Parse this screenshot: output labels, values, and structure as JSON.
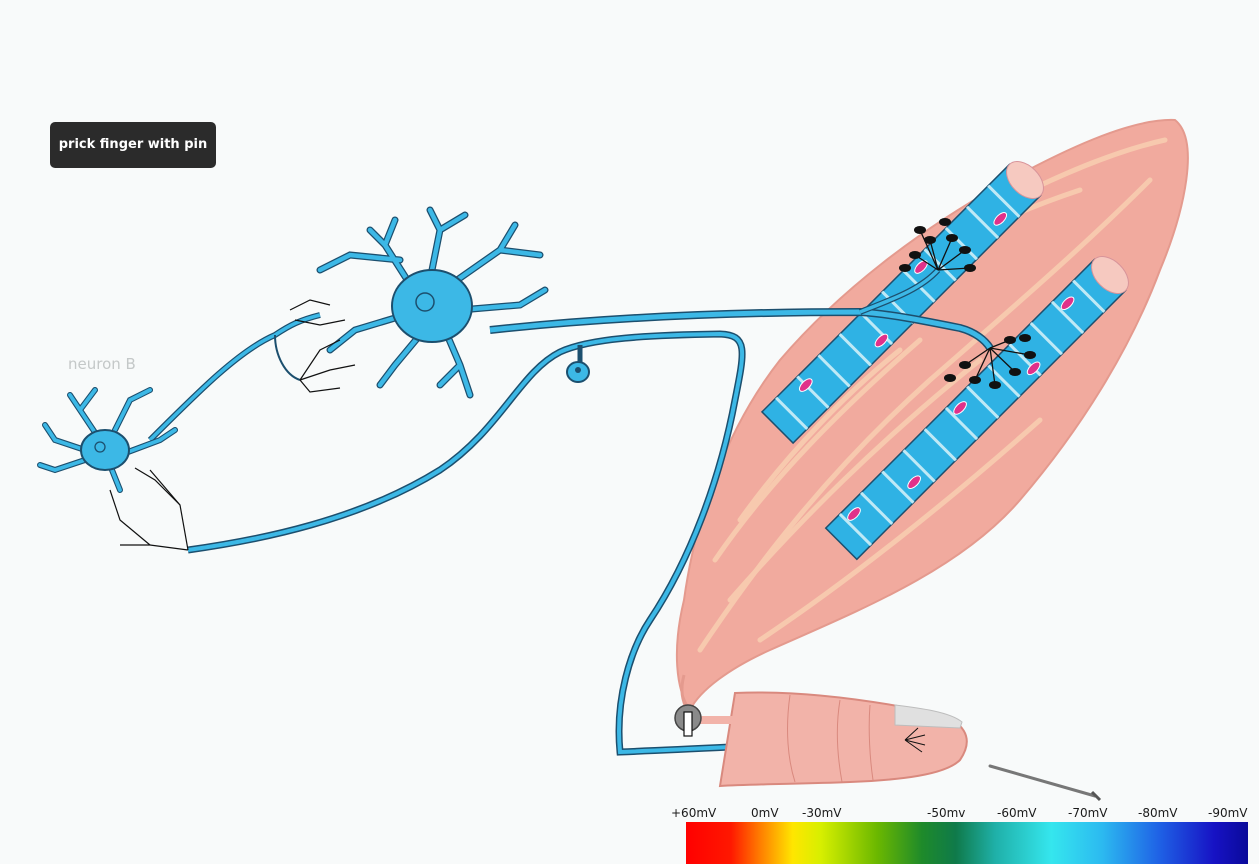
{
  "controls": {
    "prick_button_label": "prick finger with pin"
  },
  "labels": {
    "neuron_b": "neuron B"
  },
  "scale": {
    "ticks": [
      "+60mV",
      "0mV",
      "-30mV",
      "-50mv",
      "-60mV",
      "-70mV",
      "-80mV",
      "-90mV"
    ]
  },
  "colors": {
    "neuron_fill": "#3cb8e6",
    "neuron_outline": "#1c4f6e",
    "muscle": "#f1aa9e",
    "finger": "#f2b3a9",
    "button_bg": "#2b2b2b"
  }
}
